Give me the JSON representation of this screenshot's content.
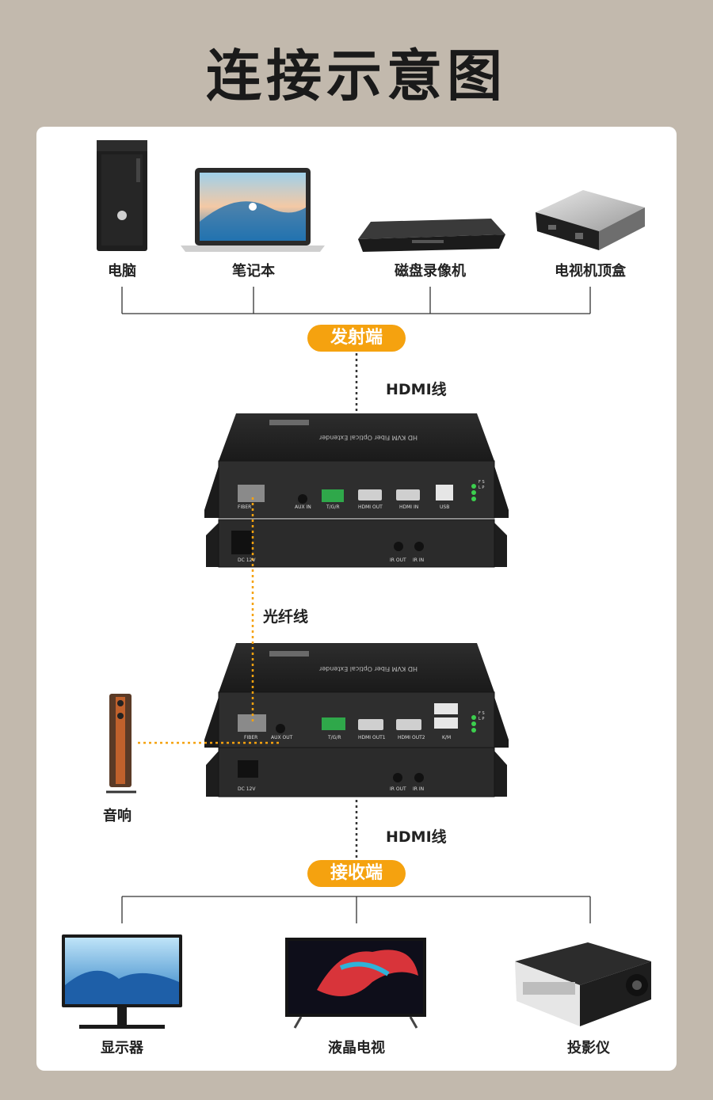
{
  "title": "连接示意图",
  "sources": [
    "电脑",
    "笔记本",
    "磁盘录像机",
    "电视机顶盒"
  ],
  "transmitter_label": "发射端",
  "receiver_label": "接收端",
  "hdmi_cable_top": "HDMI线",
  "fiber_cable": "光纤线",
  "hdmi_cable_bottom": "HDMI线",
  "speaker": "音响",
  "displays": [
    "显示器",
    "液晶电视",
    "投影仪"
  ],
  "device_name": "HD KVM Fiber Optical Extender",
  "tx_ports": [
    "FIBER",
    "AUX IN",
    "T/G/R",
    "HDMI OUT",
    "HDMI IN",
    "USB"
  ],
  "tx_back_ports": [
    "DC 12V",
    "IR OUT",
    "IR IN"
  ],
  "rx_ports": [
    "FIBER",
    "AUX OUT",
    "T/G/R",
    "HDMI OUT1",
    "HDMI OUT2",
    "K/M"
  ],
  "rx_back_ports": [
    "DC 12V",
    "IR OUT",
    "IR IN"
  ],
  "led_labels": "F S L P",
  "colors": {
    "accent": "#f5a20f",
    "background": "#c2b9ad",
    "fiber": "#f5a20f"
  }
}
